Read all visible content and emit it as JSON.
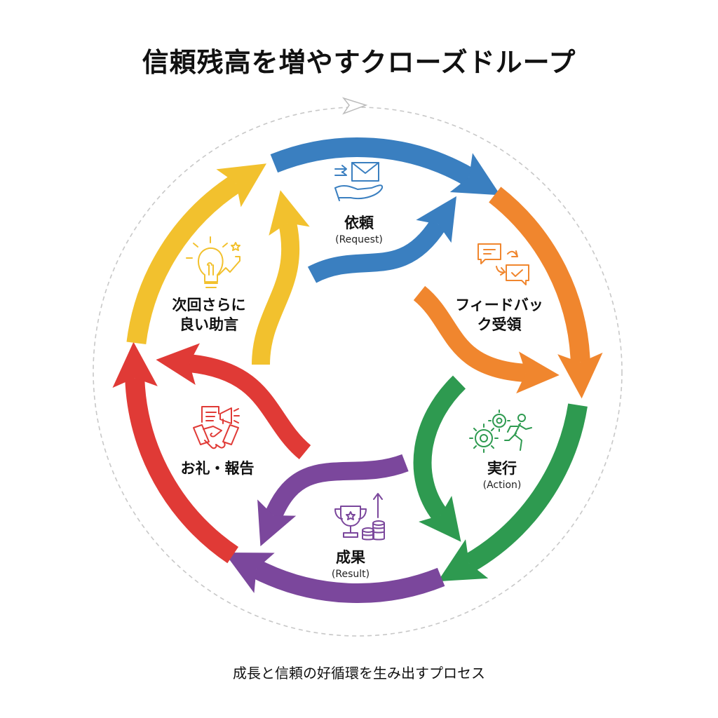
{
  "title": "信頼残高を増やすクローズドループ",
  "subtitle": "成長と信頼の好循環を生み出すプロセス",
  "colors": {
    "blue": "#3a7fc0",
    "orange": "#f0862e",
    "green": "#2e9a50",
    "purple": "#7b479c",
    "red": "#e03a36",
    "yellow": "#f2c12e",
    "dashed": "#c8c8c8"
  },
  "steps": [
    {
      "id": "request",
      "label": "依頼",
      "sub": "(Request)",
      "icon": "hand-envelope-icon"
    },
    {
      "id": "feedback",
      "label_line1": "フィードバッ",
      "label_line2": "ク受領",
      "icon": "chat-exchange-icon"
    },
    {
      "id": "action",
      "label": "実行",
      "sub": "(Action)",
      "icon": "gears-runner-icon"
    },
    {
      "id": "result",
      "label": "成果",
      "sub": "(Result)",
      "icon": "trophy-coins-icon"
    },
    {
      "id": "thanks",
      "label": "お礼・報告",
      "icon": "handshake-megaphone-icon"
    },
    {
      "id": "advice",
      "label_line1": "次回さらに",
      "label_line2": "良い助言",
      "icon": "lightbulb-growth-icon"
    }
  ]
}
